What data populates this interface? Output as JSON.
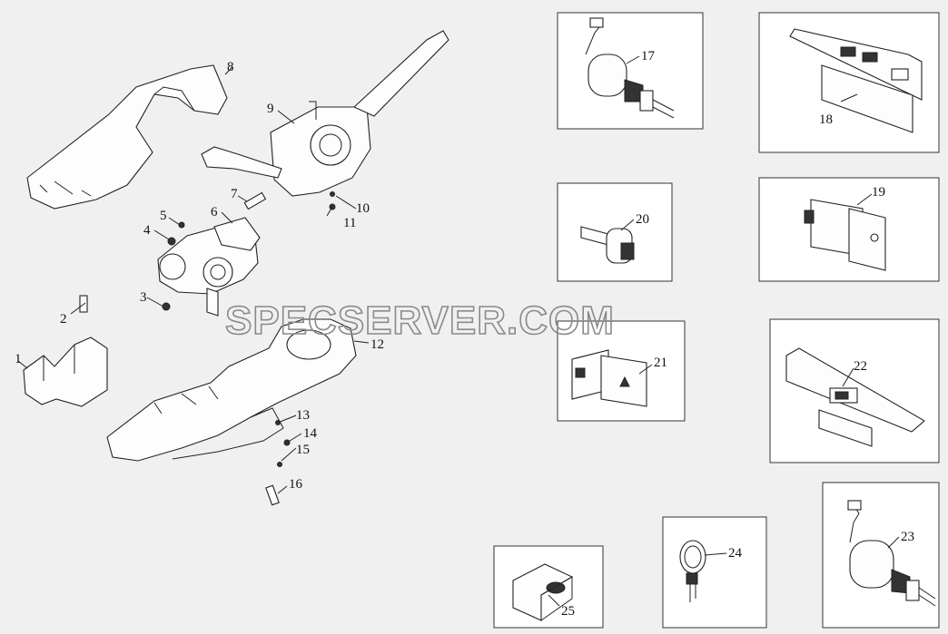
{
  "watermark": "SPECSERVER.COM",
  "callouts": {
    "c1": "1",
    "c2": "2",
    "c3": "3",
    "c4": "4",
    "c5": "5",
    "c6": "6",
    "c7": "7",
    "c8": "8",
    "c9": "9",
    "c10": "10",
    "c11": "11",
    "c12": "12",
    "c13": "13",
    "c14": "14",
    "c15": "15",
    "c16": "16",
    "c17": "17",
    "c18": "18",
    "c19": "19",
    "c20": "20",
    "c21": "21",
    "c22": "22",
    "c23": "23",
    "c24": "24",
    "c25": "25"
  },
  "colors": {
    "background": "#f0f0f0",
    "line": "#222222",
    "watermark": "#8a8a8a"
  }
}
